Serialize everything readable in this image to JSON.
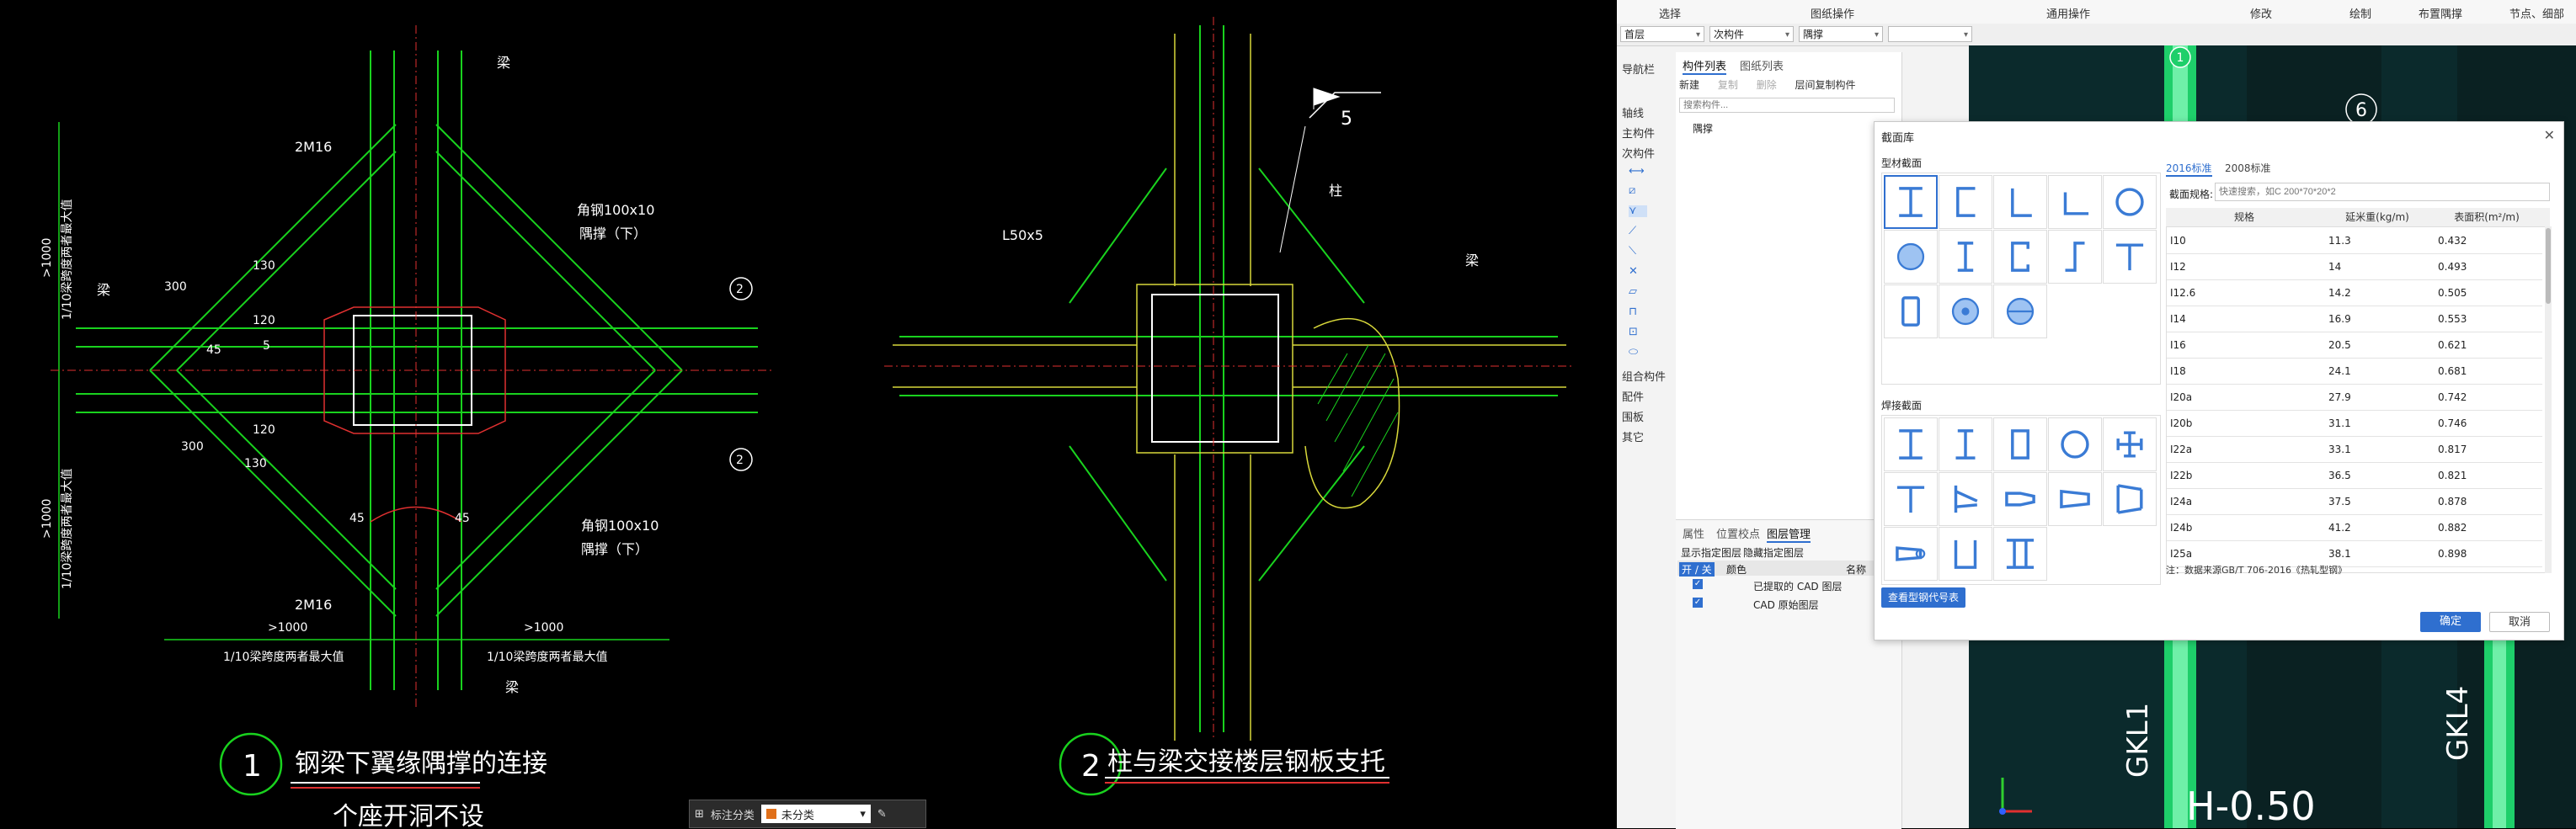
{
  "cad_left": {
    "labels": {
      "beam_top": "梁",
      "bolts_top": "2M16",
      "brace_top": "角钢100x10",
      "brace_top_sub": "隅撑（下）",
      "beam_left": "梁",
      "dim_300_top": "300",
      "dim_130_top": "130",
      "dim_120_top": "120",
      "dim_45": "45",
      "dim_s": "5",
      "dim_300_bot": "300",
      "dim_130_bot": "130",
      "dim_120_bot": "120",
      "brace_bot": "角钢100x10",
      "brace_bot_sub": "隅撑（下）",
      "bolts_bot": "2M16",
      "dim_45_l": "45",
      "dim_45_r": "45",
      "dim_gt1000_l": ">1000",
      "dim_gt1000_r": ">1000",
      "dim_vert_top": ">1000",
      "dim_vert_bot": ">1000",
      "vert_note_top": "1/10梁跨度两者最大值",
      "vert_note_bot": "1/10梁跨度两者最大值",
      "note_bot_l": "1/10梁跨度两者最大值",
      "note_bot_r": "1/10梁跨度两者最大值",
      "beam_bot": "梁",
      "callout_top": "2",
      "callout_bot": "2",
      "angle_l50": "L50x5",
      "column": "柱",
      "beam_right": "梁",
      "weld_5": "5",
      "detail1_no": "1",
      "detail1_title": "钢梁下翼缘隅撑的连接",
      "detail1_sub": "个座开洞不设",
      "detail2_no": "2",
      "detail2_title": "柱与梁交接楼层钢板支托"
    },
    "classify_bar": {
      "label": "标注分类",
      "value": "未分类"
    }
  },
  "app": {
    "ribbon": [
      "选择",
      "图纸操作",
      "通用操作",
      "修改",
      "绘制",
      "布置隅撑",
      "节点、细部"
    ],
    "selectors": [
      "首层",
      "次构件",
      "隅撑",
      ""
    ],
    "nav": {
      "title": "导航栏",
      "categories": [
        "轴线",
        "主构件",
        "次构件",
        "组合构件",
        "配件",
        "围板",
        "其它"
      ]
    },
    "component_panel": {
      "tabs": [
        "构件列表",
        "图纸列表"
      ],
      "toolbar": [
        "新建",
        "复制",
        "删除",
        "层间复制构件"
      ],
      "search_placeholder": "搜索构件...",
      "items": [
        "隅撑"
      ]
    },
    "layer_panel": {
      "tabs": [
        "属性",
        "位置校点",
        "图层管理"
      ],
      "options": [
        "显示指定图层",
        "隐藏指定图层"
      ],
      "head": [
        "开 / 关",
        "颜色",
        "名称"
      ],
      "rows": [
        "已提取的 CAD 图层",
        "CAD 原始图层"
      ]
    },
    "viewport": {
      "axis_1": "1",
      "axis_6": "6",
      "label_gkl1": "GKL1",
      "label_gkl4": "GKL4",
      "label_h": "H-0.50"
    },
    "dialog": {
      "title": "截面库",
      "sec_profile": "型材截面",
      "sec_welded": "焊接截面",
      "std_tabs": [
        "2016标准",
        "2008标准"
      ],
      "spec_label": "截面规格:",
      "spec_placeholder": "快速搜索，如C 200*70*20*2",
      "columns": [
        "规格",
        "延米重(kg/m)",
        "表面积(m²/m)"
      ],
      "rows": [
        [
          "I10",
          "11.3",
          "0.432"
        ],
        [
          "I12",
          "14",
          "0.493"
        ],
        [
          "I12.6",
          "14.2",
          "0.505"
        ],
        [
          "I14",
          "16.9",
          "0.553"
        ],
        [
          "I16",
          "20.5",
          "0.621"
        ],
        [
          "I18",
          "24.1",
          "0.681"
        ],
        [
          "I20a",
          "27.9",
          "0.742"
        ],
        [
          "I20b",
          "31.1",
          "0.746"
        ],
        [
          "I22a",
          "33.1",
          "0.817"
        ],
        [
          "I22b",
          "36.5",
          "0.821"
        ],
        [
          "I24a",
          "37.5",
          "0.878"
        ],
        [
          "I24b",
          "41.2",
          "0.882"
        ],
        [
          "I25a",
          "38.1",
          "0.898"
        ]
      ],
      "note": "注：数据来源GB/T 706-2016《热轧型钢》",
      "lookup_button": "查看型钢代号表",
      "ok": "确定",
      "cancel": "取消"
    }
  }
}
